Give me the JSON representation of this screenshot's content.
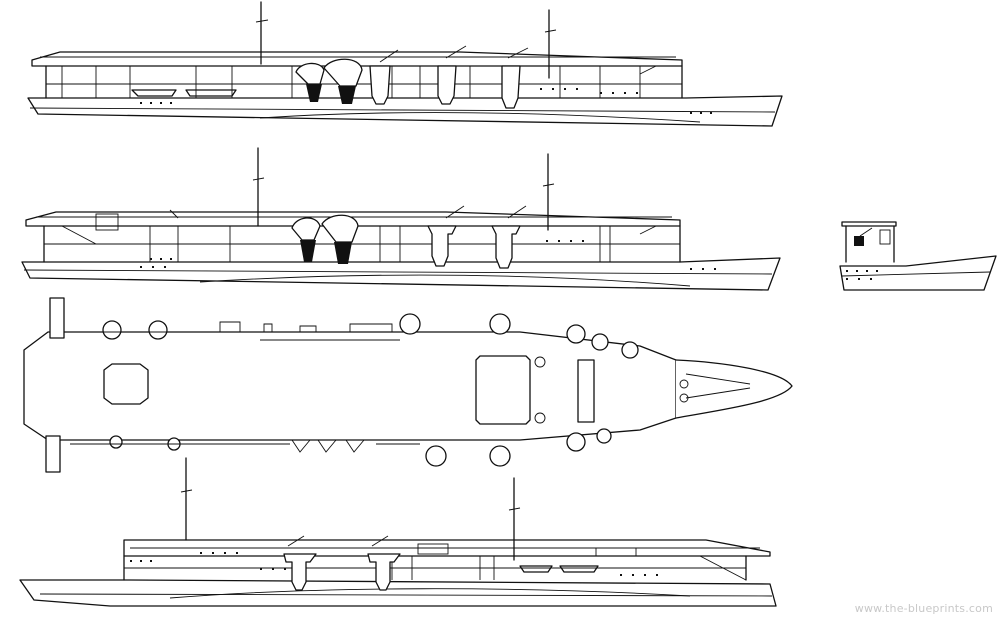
{
  "watermark": {
    "text": "www.the-blueprints.com"
  },
  "colors": {
    "ink": "#111111",
    "paper": "#ffffff",
    "watermark": "#c8c8c8"
  },
  "drawing": {
    "subject": "aircraft-carrier-plan",
    "views": [
      "starboard-profile",
      "port-profile",
      "bow-section",
      "flight-deck-plan",
      "port-profile-lower"
    ]
  }
}
